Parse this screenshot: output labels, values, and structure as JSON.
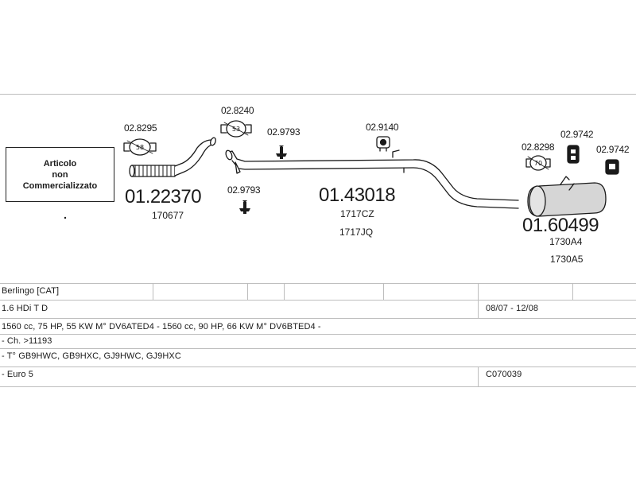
{
  "not_sold": {
    "line1": "Articolo",
    "line2": "non",
    "line3": "Commercializzato"
  },
  "parts": {
    "clamp_1": "02.8295",
    "clamp_1_badge": "58",
    "front_pipe": "01.22370",
    "front_pipe_ref": "170677",
    "clamp_2": "02.8240",
    "clamp_2_badge": "53",
    "mount_1": "02.9793",
    "mount_2": "02.9793",
    "middle_pipe": "01.43018",
    "middle_pipe_ref1": "1717CZ",
    "middle_pipe_ref2": "1717JQ",
    "hanger_1": "02.9140",
    "clamp_3": "02.8298",
    "clamp_3_badge": "70",
    "hanger_2": "02.9742",
    "hanger_3": "02.9742",
    "rear_silencer": "01.60499",
    "rear_silencer_ref1": "1730A4",
    "rear_silencer_ref2": "1730A5"
  },
  "table": {
    "model": "Berlingo  [CAT]",
    "engine": "1.6 HDi T D",
    "period": "08/07 - 12/08",
    "spec": "1560 cc, 75 HP, 55 KW M° DV6ATED4 - 1560 cc, 90 HP, 66 KW M° DV6BTED4 -",
    "chassis": "- Ch. >11193",
    "type": "- T° GB9HWC, GB9HXC, GJ9HWC, GJ9HXC",
    "emission": "- Euro 5",
    "catalog_code": "C070039"
  },
  "colors": {
    "line": "#1a1a1a",
    "grid": "#bdbdbd",
    "silencer_fill": "#d6d6d6"
  }
}
